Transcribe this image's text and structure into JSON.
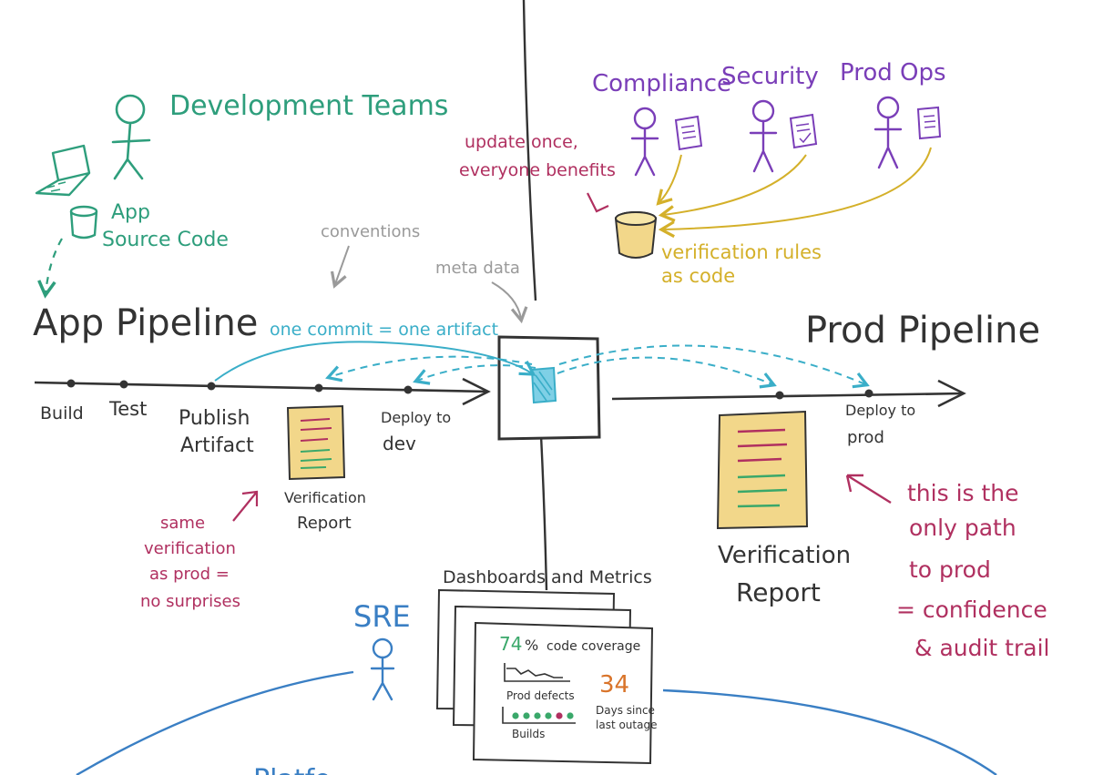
{
  "colors": {
    "ink": "#333333",
    "teal": "#2e9e7c",
    "purple": "#7a3eb8",
    "crimson": "#b03060",
    "gold": "#d4b02a",
    "gold_fill": "#f2d78a",
    "cyan": "#3aaec8",
    "blue": "#3a7fc4",
    "grey": "#9a9a9a",
    "green_line": "#3aa86a",
    "orange_num": "#d9742a"
  },
  "dev": {
    "title": "Development Teams",
    "source_line1": "App",
    "source_line2": "Source Code"
  },
  "stakeholders": {
    "compliance": "Compliance",
    "security": "Security",
    "prodops": "Prod Ops",
    "note_line1": "update once,",
    "note_line2": "everyone benefits",
    "rules_line1": "verification rules",
    "rules_line2": "as code"
  },
  "annotations": {
    "conventions": "conventions",
    "metadata": "meta data",
    "one_commit": "one commit = one artifact"
  },
  "app_pipeline": {
    "title": "App Pipeline",
    "build": "Build",
    "test": "Test",
    "publish1": "Publish",
    "publish2": "Artifact",
    "report1": "Verification",
    "report2": "Report",
    "deploy1": "Deploy to",
    "deploy2": "dev"
  },
  "prod_pipeline": {
    "title": "Prod Pipeline",
    "deploy1": "Deploy to",
    "deploy2": "prod",
    "report1": "Verification",
    "report2": "Report"
  },
  "same_note": {
    "line1": "same",
    "line2": "verification",
    "line3": "as prod =",
    "line4": "no surprises"
  },
  "path_note": {
    "line1": "this is the",
    "line2": "only path",
    "line3": "to prod",
    "line4": "= confidence",
    "line5": "& audit trail"
  },
  "dashboard": {
    "title": "Dashboards and Metrics",
    "coverage_value": "74",
    "coverage_unit": "%",
    "coverage_label": "code coverage",
    "defects_label": "Prod defects",
    "builds_label": "Builds",
    "days_value": "34",
    "days_line1": "Days since",
    "days_line2": "last outage"
  },
  "sre": {
    "label": "SRE"
  },
  "platform": {
    "partial": "Platfo"
  }
}
